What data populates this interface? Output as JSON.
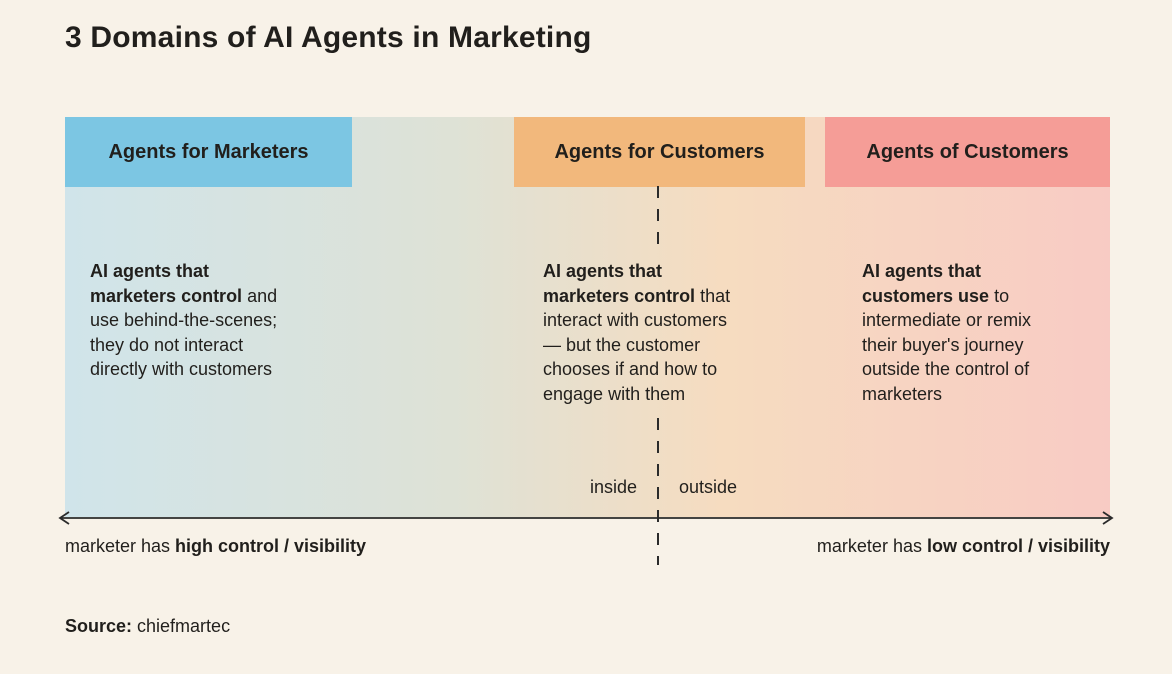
{
  "title": "3 Domains of AI Agents in Marketing",
  "colors": {
    "bg": "#f8f2e8",
    "ink": "#211f1c",
    "header-blue": "#7cc6e3",
    "header-orange": "#f2b87c",
    "header-pink": "#f59d97",
    "grad-blue": "#d0e4ea",
    "grad-sage": "#dee2d6",
    "grad-peach": "#f6dcc0",
    "grad-pink": "#f8cbc4",
    "axis-ink": "#2b2b2b"
  },
  "columns": [
    {
      "header": "Agents for Marketers",
      "desc_bold": "AI agents that\nmarketers control",
      "desc_rest": " and\nuse behind-the-scenes;\nthey do not interact\ndirectly with customers"
    },
    {
      "header": "Agents for Customers",
      "desc_bold": "AI agents that\nmarketers control",
      "desc_rest": " that\ninteract with customers\n— but the customer\nchooses if and how to\nengage with them"
    },
    {
      "header": "Agents of Customers",
      "desc_bold": "AI agents that\ncustomers use",
      "desc_rest": " to\nintermediate or remix\ntheir buyer's journey\noutside the control of\nmarketers"
    }
  ],
  "axis": {
    "inside_label": "inside",
    "outside_label": "outside",
    "left_label_prefix": "marketer has ",
    "left_label_bold": "high control / visibility",
    "right_label_prefix": "marketer has ",
    "right_label_bold": "low control / visibility"
  },
  "source": {
    "label": "Source:",
    "value": " chiefmartec"
  }
}
